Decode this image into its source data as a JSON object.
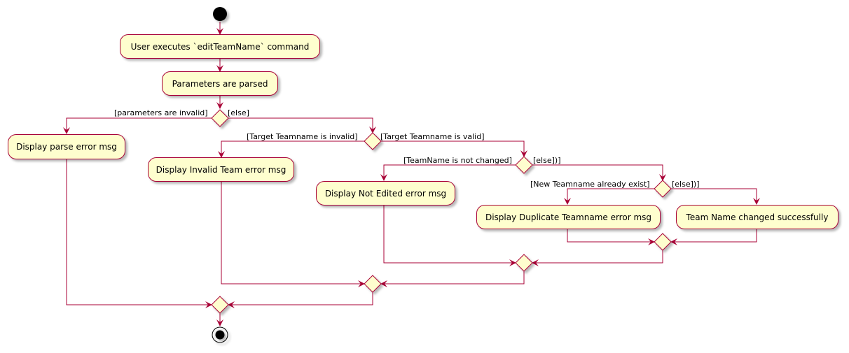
{
  "diagram": {
    "actions": {
      "user_executes": "User executes `editTeamName` command",
      "params_parsed": "Parameters are parsed",
      "parse_error": "Display parse error msg",
      "invalid_team_error": "Display Invalid Team error msg",
      "not_edited_error": "Display Not Edited error msg",
      "duplicate_error": "Display Duplicate Teamname error msg",
      "changed_success": "Team Name changed successfully"
    },
    "guards": {
      "params_invalid": "[parameters are invalid]",
      "else_1": "[else]",
      "target_invalid": "[Target Teamname is invalid]",
      "target_valid": "[Target Teamname is valid]",
      "not_changed": "[TeamName is not changed]",
      "else_2": "[else])]",
      "already_exist": "[New Teamname already exist]",
      "else_3": "[else])]"
    },
    "colors": {
      "action_fill": "#fefece",
      "border": "#a80036",
      "start_node": "#000000"
    }
  }
}
